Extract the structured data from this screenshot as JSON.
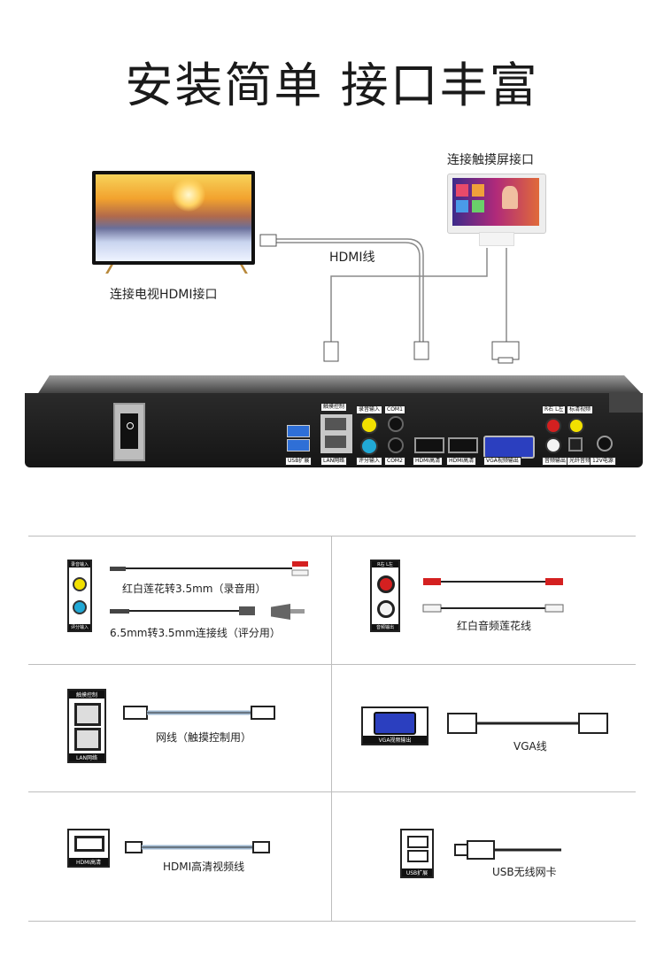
{
  "title": "安装简单 接口丰富",
  "diagram": {
    "touch_label": "连接触摸屏接口",
    "hdmi_cable_label": "HDMI线",
    "tv_label": "连接电视HDMI接口"
  },
  "back_panel": {
    "touch_ctrl": "触摸控制",
    "lan": "LAN网络",
    "usb": "USB扩展",
    "record_in": "录音输入",
    "score_in": "评分输入",
    "com1": "COM1",
    "com2": "COM2",
    "hdmi1": "HDMI高清",
    "hdmi2": "HDMI高清",
    "vga": "VGA视频输出",
    "rl": "R右 L左",
    "video_out": "标清视频",
    "audio_out": "音频输出",
    "optical": "光纤音频",
    "power": "12V电源"
  },
  "grid": {
    "cell1": {
      "port_top": "录音输入",
      "port_bottom": "评分输入",
      "line1": "红白莲花转3.5mm（录音用）",
      "line2": "6.5mm转3.5mm连接线（评分用）"
    },
    "cell2": {
      "port_top": "R右 L左",
      "port_bottom": "音频输出",
      "caption": "红白音频莲花线"
    },
    "cell3": {
      "port_top": "触摸控制",
      "port_bottom": "LAN网络",
      "caption": "网线（触摸控制用）"
    },
    "cell4": {
      "port_label": "VGA视频输出",
      "caption": "VGA线"
    },
    "cell5": {
      "port_label": "HDMI高清",
      "caption": "HDMI高清视频线"
    },
    "cell6": {
      "port_label": "USB扩展",
      "caption": "USB无线网卡"
    }
  },
  "colors": {
    "red": "#d42020",
    "yellow": "#f2e000",
    "cyan": "#21a9d6",
    "vga_blue": "#2b3fbf"
  }
}
